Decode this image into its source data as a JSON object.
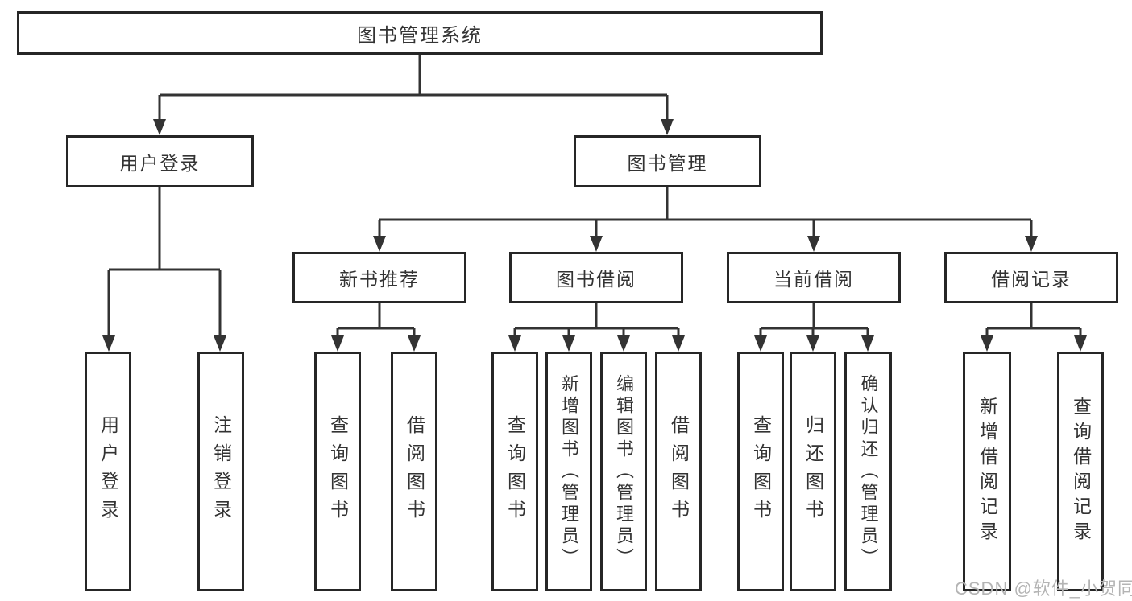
{
  "diagram_title": "图书管理系统",
  "colors": {
    "background": "#ffffff",
    "line": "#333333",
    "box_border": "#262626",
    "text": "#333333",
    "watermark": "#b4b4b4"
  },
  "nodes": {
    "root": {
      "label": "图书管理系统"
    },
    "user_login": {
      "label": "用户登录"
    },
    "book_mgmt": {
      "label": "图书管理"
    },
    "new_book_rec": {
      "label": "新书推荐"
    },
    "book_borrow": {
      "label": "图书借阅"
    },
    "current_borrow": {
      "label": "当前借阅"
    },
    "borrow_record": {
      "label": "借阅记录"
    },
    "user_login_leaf": {
      "label": "用户登录"
    },
    "logout_leaf": {
      "label": "注销登录"
    },
    "nb_query": {
      "label": "查询图书"
    },
    "nb_borrow": {
      "label": "借阅图书"
    },
    "bb_query": {
      "label": "查询图书"
    },
    "bb_add": {
      "label": "新增图书（管理员）"
    },
    "bb_edit": {
      "label": "编辑图书（管理员）"
    },
    "bb_borrow": {
      "label": "借阅图书"
    },
    "cb_query": {
      "label": "查询图书"
    },
    "cb_return": {
      "label": "归还图书"
    },
    "cb_confirm": {
      "label": "确认归还（管理员）"
    },
    "br_add": {
      "label": "新增借阅记录"
    },
    "br_query": {
      "label": "查询借阅记录"
    }
  },
  "hierarchy": {
    "图书管理系统": {
      "用户登录": [
        "用户登录",
        "注销登录"
      ],
      "图书管理": {
        "新书推荐": [
          "查询图书",
          "借阅图书"
        ],
        "图书借阅": [
          "查询图书",
          "新增图书（管理员）",
          "编辑图书（管理员）",
          "借阅图书"
        ],
        "当前借阅": [
          "查询图书",
          "归还图书",
          "确认归还（管理员）"
        ],
        "借阅记录": [
          "新增借阅记录",
          "查询借阅记录"
        ]
      }
    }
  },
  "watermark": {
    "text": "CSDN @软件_小贺同学"
  }
}
